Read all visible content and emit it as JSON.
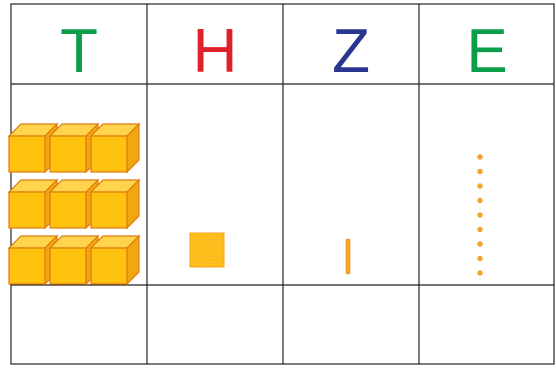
{
  "table": {
    "headers": [
      {
        "label": "T",
        "color": "#0a9e4a"
      },
      {
        "label": "H",
        "color": "#e0202a"
      },
      {
        "label": "Z",
        "color": "#2a3590"
      },
      {
        "label": "E",
        "color": "#0a9e4a"
      }
    ],
    "answer_row": [
      "",
      "",
      "",
      ""
    ]
  },
  "place_value_blocks": {
    "thousands": 9,
    "hundreds": 1,
    "tens": 1,
    "ones": 9
  },
  "colors": {
    "grid_line": "#222222",
    "block_fill": "#ffc20e",
    "block_edge": "#e07a10",
    "unit_dot": "#f6a623"
  }
}
